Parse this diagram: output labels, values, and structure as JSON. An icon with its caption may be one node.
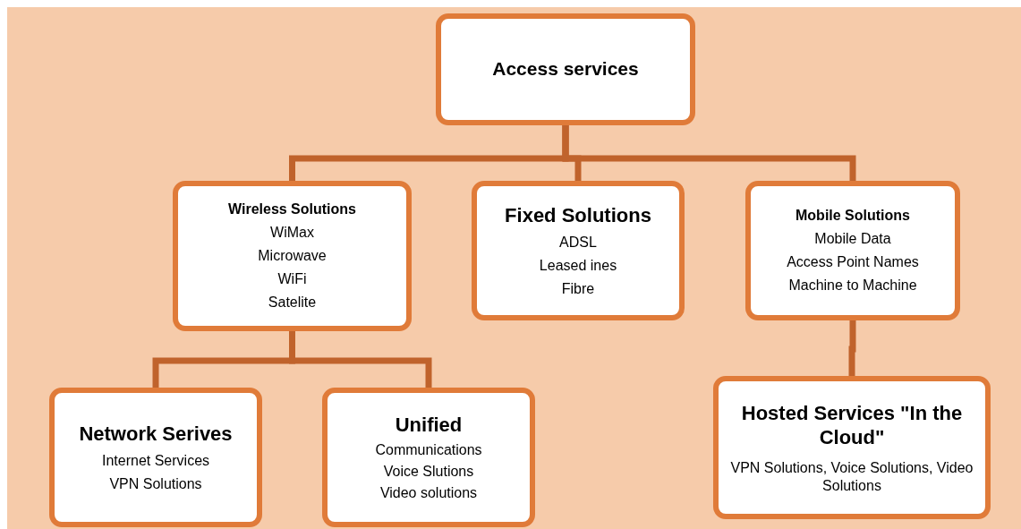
{
  "diagram": {
    "nodes": [
      {
        "text": [
          "Access services"
        ]
      },
      {
        "text": [
          "Wireless Solutions",
          "WiMax",
          "Microwave",
          "WiFi",
          "Satelite"
        ]
      },
      {
        "text": [
          "Fixed Solutions",
          "ADSL",
          "Leased ines",
          "Fibre"
        ]
      },
      {
        "text": [
          "Mobile Solutions",
          "Mobile Data",
          "Access Point Names",
          "Machine to Machine"
        ]
      },
      {
        "text": [
          "Network Serives",
          "Internet Services",
          "VPN Solutions"
        ]
      },
      {
        "text": [
          "Unified",
          "Communications",
          "Voice Slutions",
          "Video solutions"
        ]
      },
      {
        "text": [
          "Hosted Services \"In the Cloud\"",
          "VPN Solutions, Voice Solutions, Video Solutions"
        ]
      }
    ],
    "edges": [
      {
        "from": 0,
        "to": 1,
        "arrow": "none"
      },
      {
        "from": 0,
        "to": 2,
        "arrow": "none"
      },
      {
        "from": 0,
        "to": 3,
        "arrow": "none"
      },
      {
        "from": 1,
        "to": 4,
        "arrow": "none"
      },
      {
        "from": 1,
        "to": 5,
        "arrow": "none"
      },
      {
        "from": 3,
        "to": 6,
        "arrow": "none"
      }
    ]
  }
}
